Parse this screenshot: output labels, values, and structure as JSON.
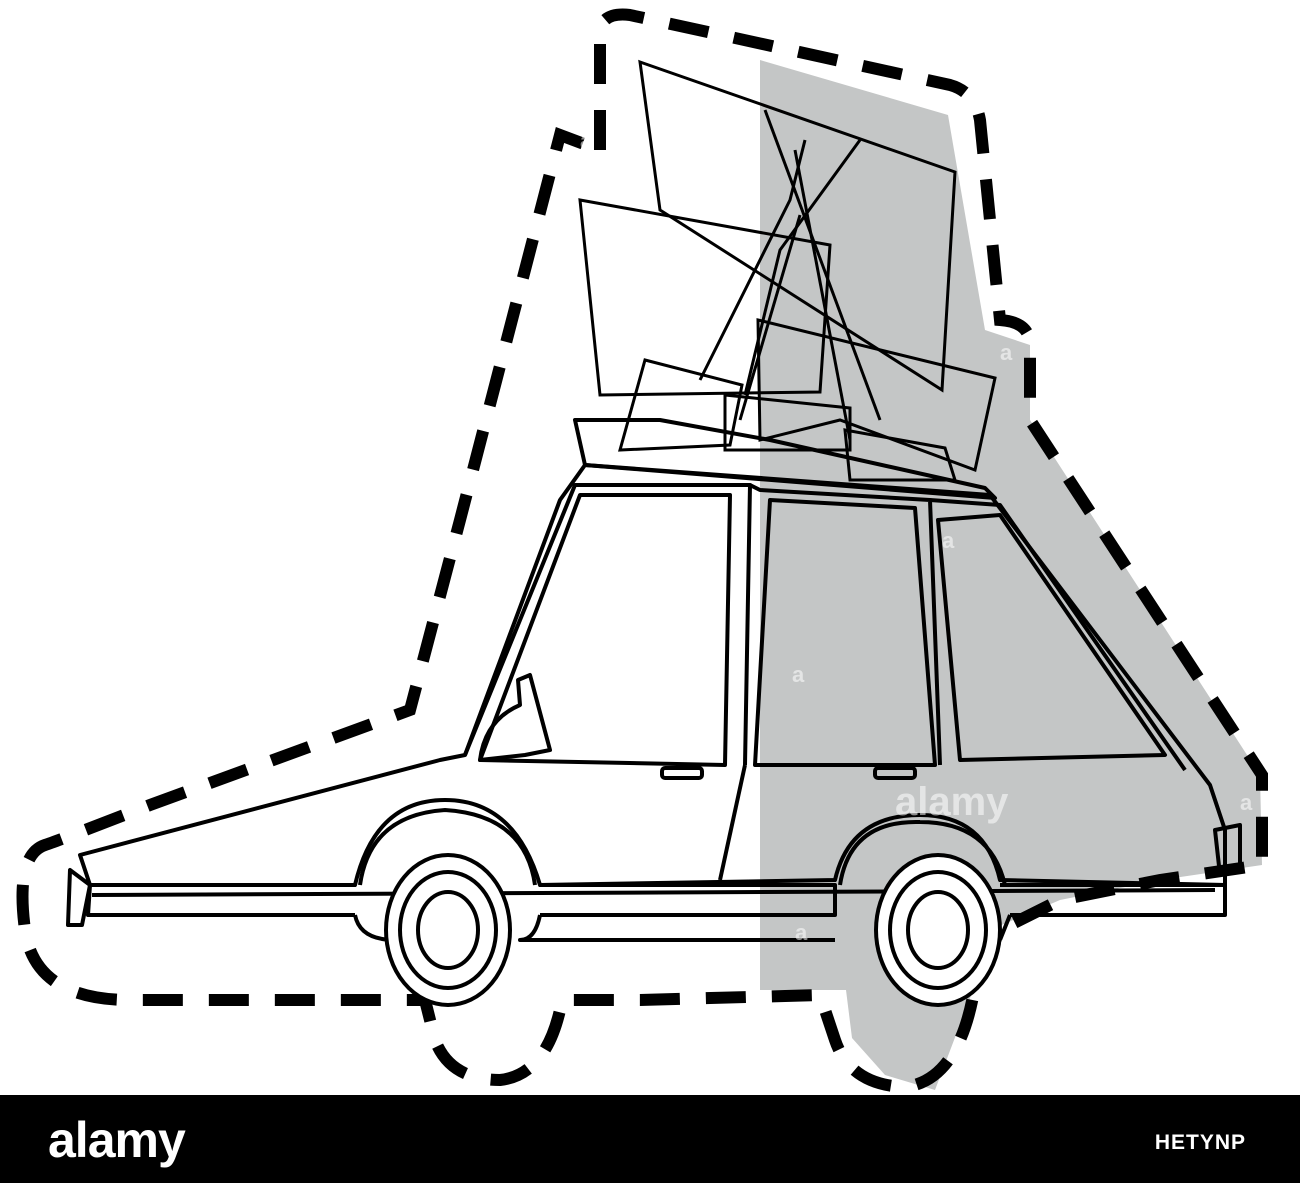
{
  "watermark": {
    "brand": "alamy",
    "small_marks": [
      "a",
      "a",
      "a",
      "a",
      "a",
      "a",
      "a",
      "a"
    ]
  },
  "footer": {
    "brand": "alamy",
    "image_id": "HETYNP"
  },
  "colors": {
    "line": "#000000",
    "shadow": "#c4c6c6",
    "background": "#ffffff",
    "footer_bg": "#000000"
  }
}
